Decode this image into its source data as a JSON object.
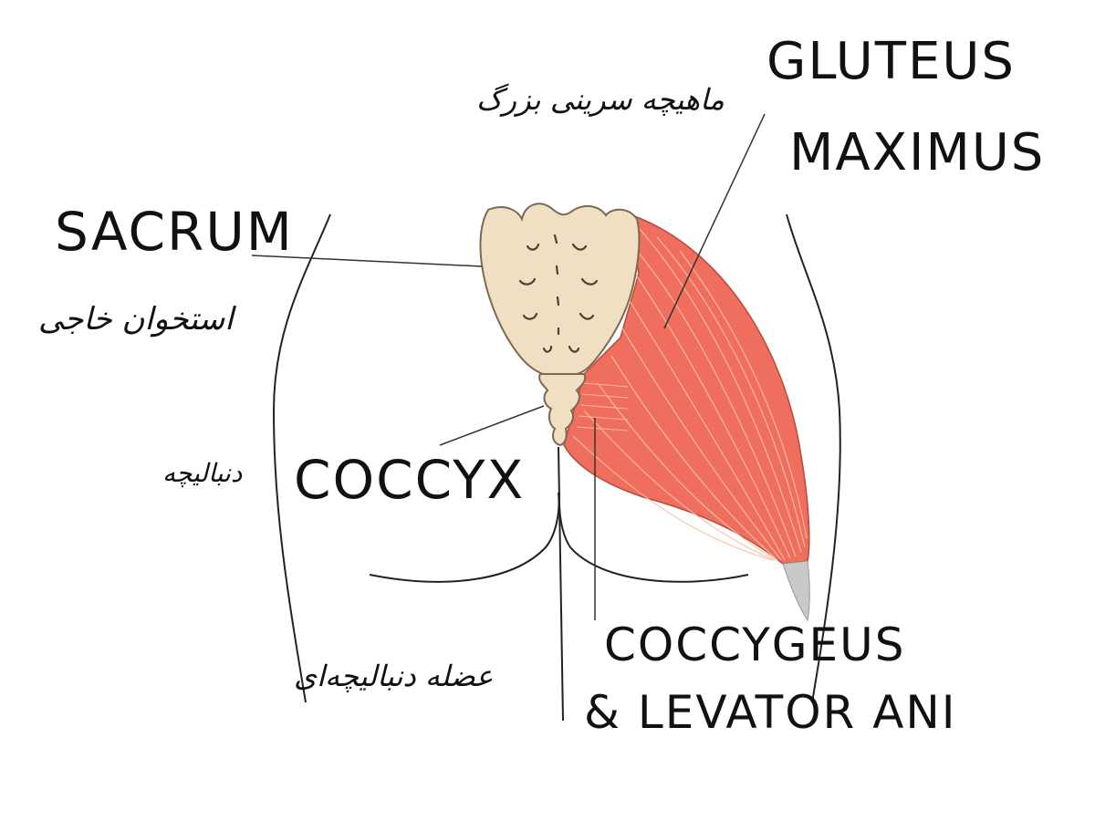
{
  "labels": {
    "gluteus_line1": "GLUTEUS",
    "gluteus_line2": "MAXIMUS",
    "gluteus_fa": "ماهیچه سرینی بزرگ",
    "sacrum": "SACRUM",
    "sacrum_fa": "استخوان خاجی",
    "coccyx": "COCCYX",
    "coccyx_fa": "دنبالیچه",
    "coccygeus_line1": "COCCYGEUS",
    "coccygeus_line2": "& LEVATOR ANI",
    "coccygeus_fa": "عضله دنبالیچه‌ای"
  },
  "colors": {
    "muscle": "#ef6e5d",
    "muscle_fiber": "#f8c1a0",
    "bone": "#f0dfc2",
    "bone_outline": "#7a6a55",
    "tendon": "#c9c9c9",
    "outline": "#222222"
  }
}
